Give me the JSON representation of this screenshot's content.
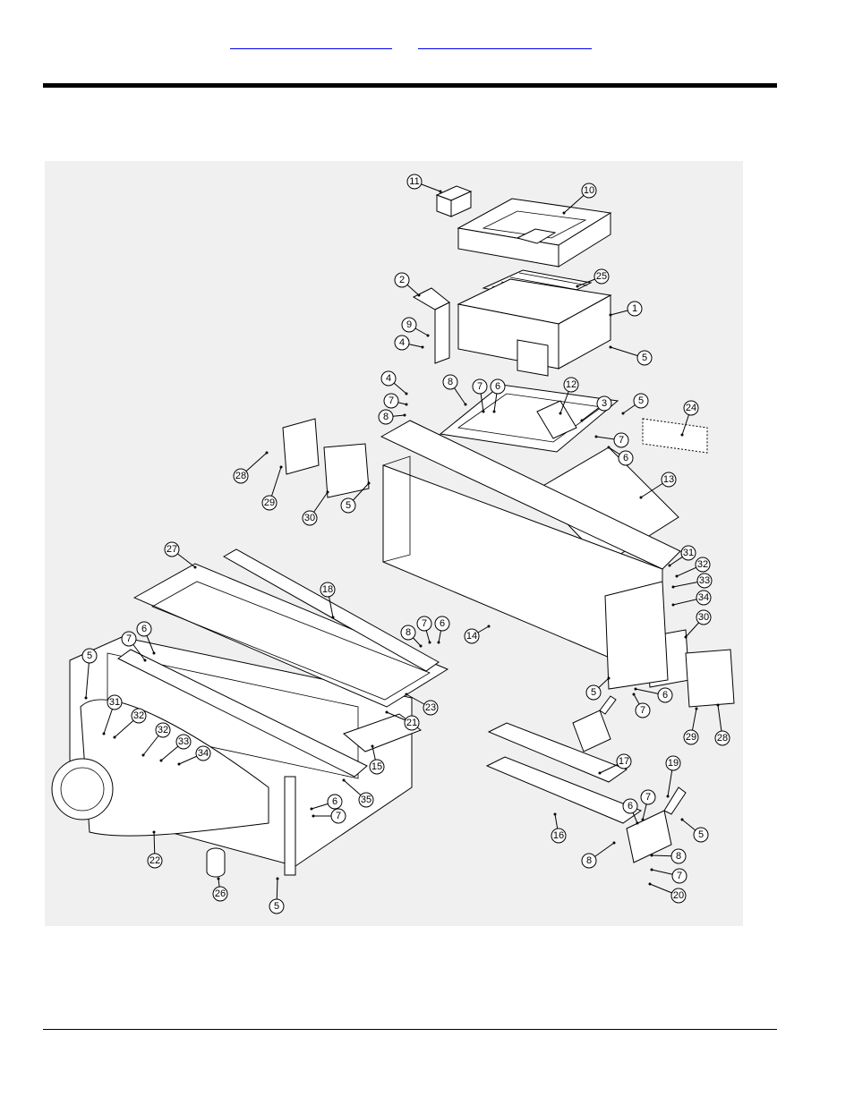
{
  "header": {
    "links": [
      {
        "id": "prev-link",
        "text": ""
      },
      {
        "id": "next-link",
        "text": ""
      }
    ]
  },
  "diagram": {
    "callouts": [
      "1",
      "2",
      "3",
      "4",
      "5",
      "6",
      "7",
      "8",
      "9",
      "10",
      "11",
      "12",
      "13",
      "14",
      "15",
      "16",
      "17",
      "18",
      "19",
      "20",
      "21",
      "22",
      "23",
      "24",
      "25",
      "26",
      "27",
      "28",
      "29",
      "30",
      "31",
      "32",
      "33",
      "34",
      "35"
    ]
  }
}
